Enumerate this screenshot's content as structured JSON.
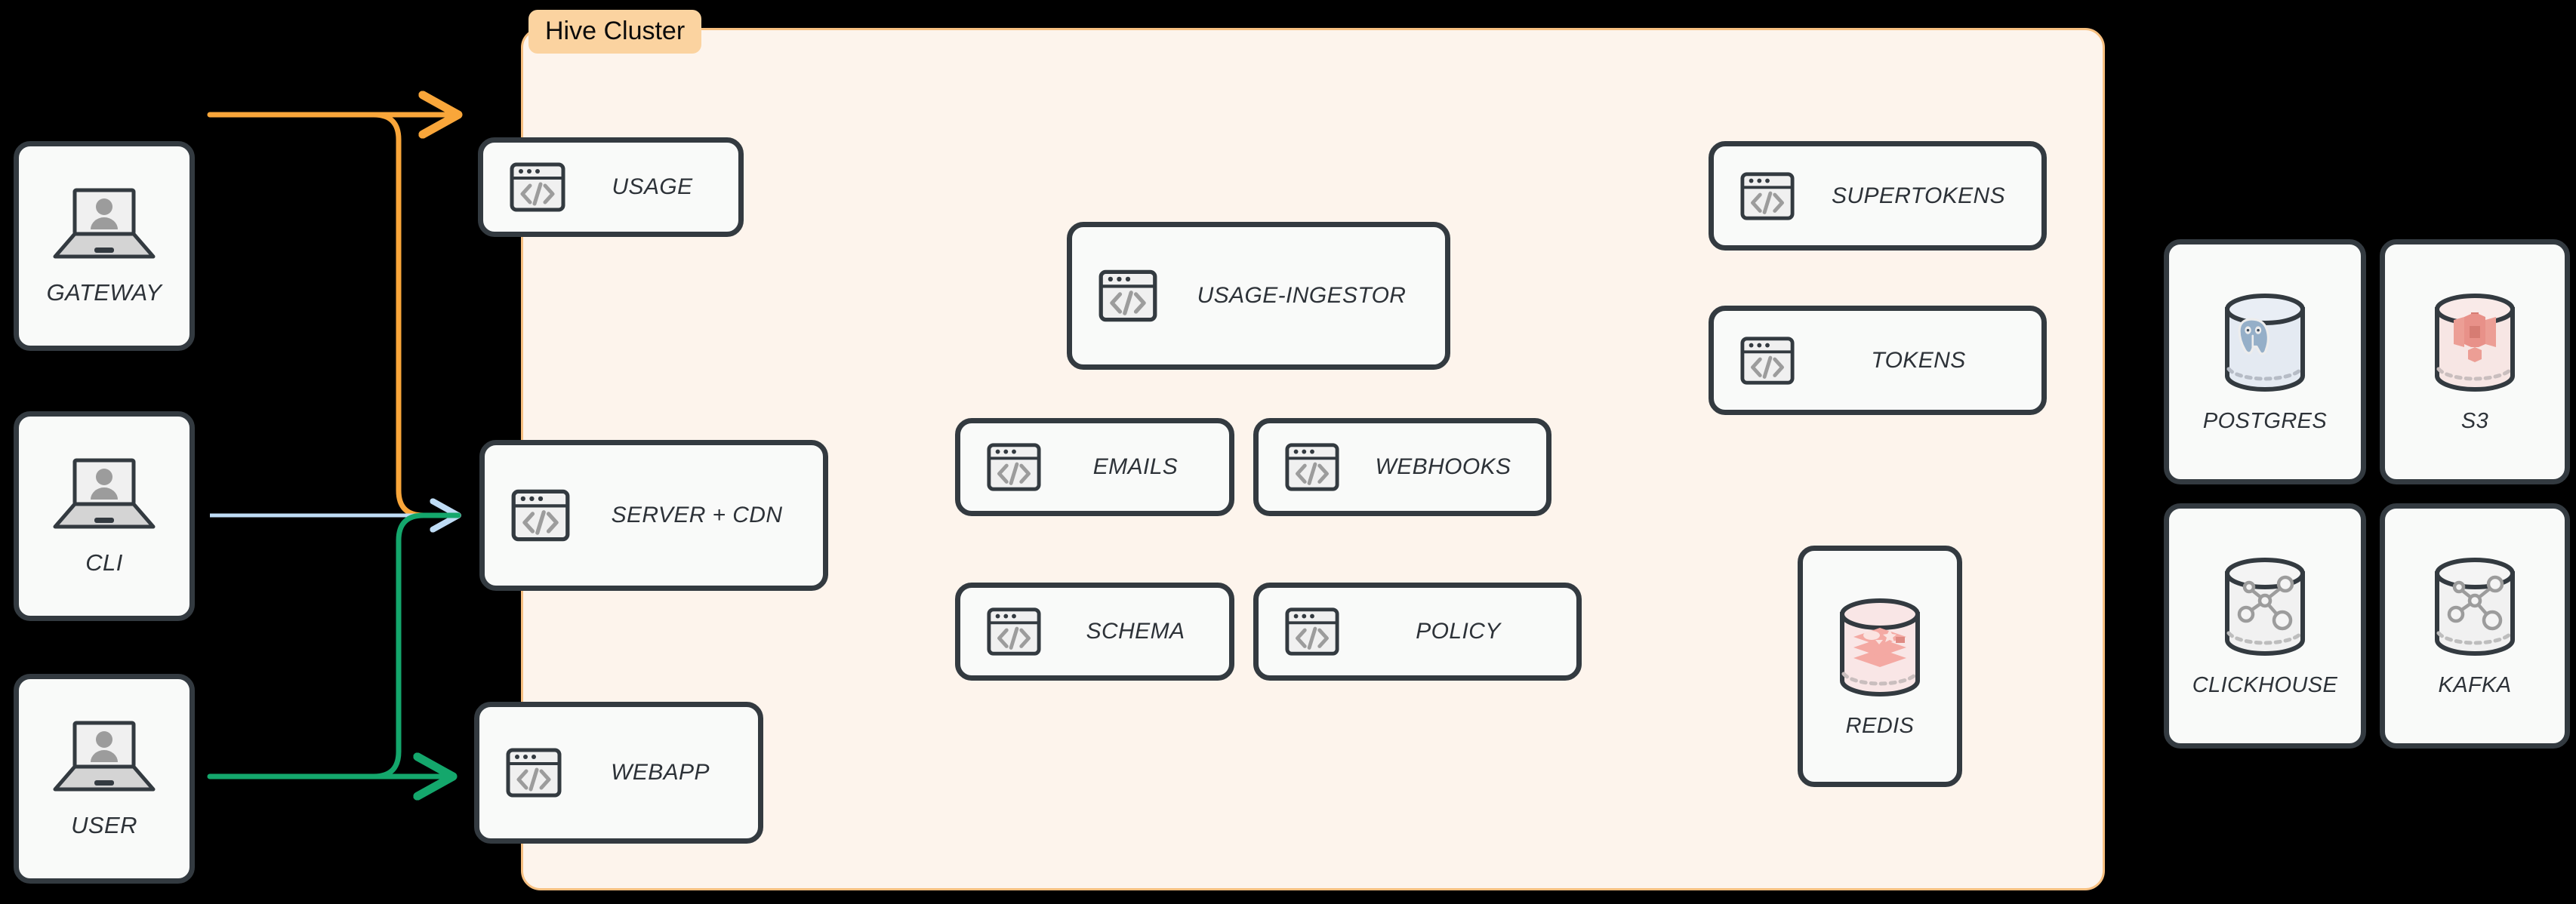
{
  "cluster": {
    "label": "Hive Cluster",
    "bg_color": "#FDF4EC",
    "border_color": "#F7C081",
    "label_bg_color": "#FBD3A0"
  },
  "canvas": {
    "background_color": "#000000"
  },
  "clients": [
    {
      "name": "GATEWAY",
      "icon": "laptop-user-icon"
    },
    {
      "name": "CLI",
      "icon": "laptop-user-icon"
    },
    {
      "name": "USER",
      "icon": "laptop-user-icon"
    }
  ],
  "edge_services": [
    {
      "name": "USAGE",
      "icon": "browser-code-icon"
    },
    {
      "name": "SERVER + CDN",
      "icon": "browser-code-icon"
    },
    {
      "name": "WEBAPP",
      "icon": "browser-code-icon"
    }
  ],
  "core_services": [
    {
      "name": "USAGE-INGESTOR",
      "icon": "browser-code-icon"
    },
    {
      "name": "EMAILS",
      "icon": "browser-code-icon"
    },
    {
      "name": "WEBHOOKS",
      "icon": "browser-code-icon"
    },
    {
      "name": "SCHEMA",
      "icon": "browser-code-icon"
    },
    {
      "name": "POLICY",
      "icon": "browser-code-icon"
    }
  ],
  "auth_services": [
    {
      "name": "SUPERTOKENS",
      "icon": "browser-code-icon"
    },
    {
      "name": "TOKENS",
      "icon": "browser-code-icon"
    }
  ],
  "cluster_datastores": [
    {
      "name": "REDIS",
      "icon": "redis-cylinder-icon",
      "accent_color": "#F0A6A0"
    }
  ],
  "external_datastores": [
    {
      "name": "POSTGRES",
      "icon": "postgres-cylinder-icon",
      "accent_color": "#8FAAC4"
    },
    {
      "name": "S3",
      "icon": "s3-cylinder-icon",
      "accent_color": "#E8968C"
    },
    {
      "name": "CLICKHOUSE",
      "icon": "graph-cylinder-icon",
      "accent_color": "#9B9B9B"
    },
    {
      "name": "KAFKA",
      "icon": "graph-cylinder-icon",
      "accent_color": "#9B9B9B"
    }
  ],
  "connections": [
    {
      "from": "GATEWAY",
      "to": "USAGE",
      "color": "#F9A63A"
    },
    {
      "from": "GATEWAY",
      "to": "SERVER + CDN",
      "color": "#F9A63A"
    },
    {
      "from": "CLI",
      "to": "SERVER + CDN",
      "color": "#BFDCF5"
    },
    {
      "from": "USER",
      "to": "SERVER + CDN",
      "color": "#14A76C"
    },
    {
      "from": "USER",
      "to": "WEBAPP",
      "color": "#14A76C"
    }
  ]
}
